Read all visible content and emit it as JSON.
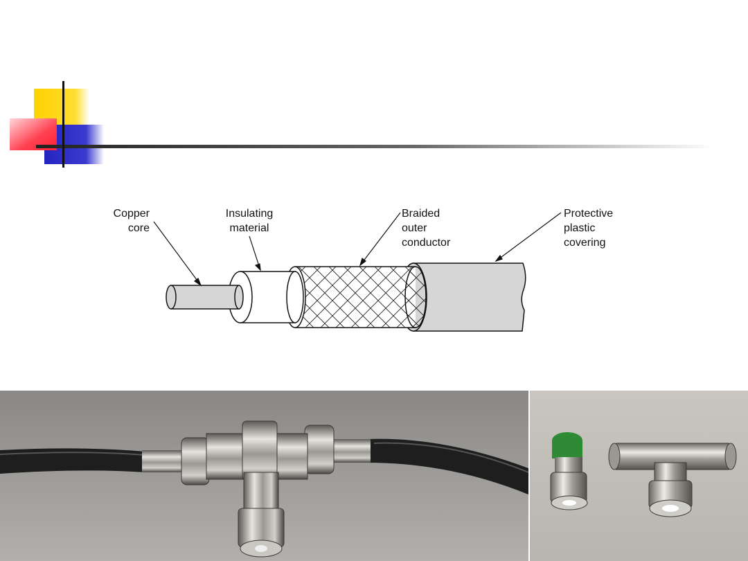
{
  "slide": {
    "title": "",
    "accent_colors": {
      "yellow": "#FFD700",
      "red": "#FF3344",
      "blue": "#2B2BC8",
      "rule": "#222222"
    }
  },
  "diagram": {
    "labels": {
      "copper_core": "Copper\ncore",
      "insulating_material": "Insulating\nmaterial",
      "braided_outer_conductor": "Braided\nouter\nconductor",
      "protective_plastic_covering": "Protective\nplastic\ncovering"
    }
  },
  "photos": {
    "left": {
      "subject": "bnc-t-connector-on-coaxial-cable"
    },
    "right": {
      "subject": "bnc-terminator-and-t-connector"
    }
  }
}
